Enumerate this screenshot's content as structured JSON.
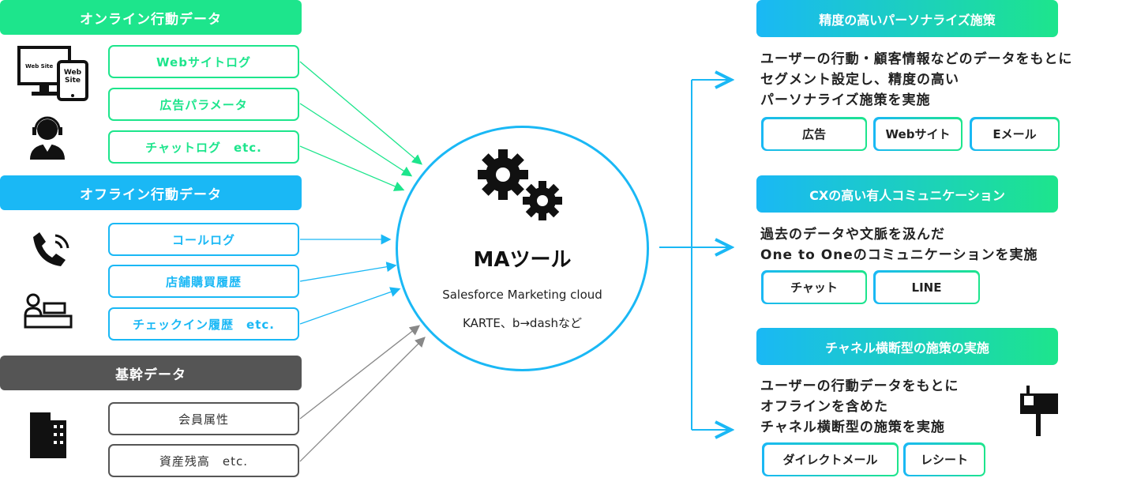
{
  "left": {
    "online": {
      "title": "オンライン行動データ",
      "items": [
        "Webサイトログ",
        "広告パラメータ",
        "チャットログ　etc."
      ],
      "icon_text": [
        "Web Site",
        "Web Site"
      ]
    },
    "offline": {
      "title": "オフライン行動データ",
      "items": [
        "コールログ",
        "店舗購買履歴",
        "チェックイン履歴　etc."
      ]
    },
    "core": {
      "title": "基幹データ",
      "items": [
        "会員属性",
        "資産残高　etc."
      ]
    }
  },
  "center": {
    "title": "MAツール",
    "line1": "Salesforce Marketing cloud",
    "line2": "KARTE、b→dashなど"
  },
  "right": [
    {
      "title": "精度の高いパーソナライズ施策",
      "lines": [
        "ユーザーの行動・顧客情報などのデータをもとに",
        "セグメント設定し、精度の高い",
        "パーソナライズ施策を実施"
      ],
      "buttons": [
        "広告",
        "Webサイト",
        "Eメール"
      ]
    },
    {
      "title": "CXの高い有人コミュニケーション",
      "lines": [
        "過去のデータや文脈を汲んだ",
        "One to Oneのコミュニケーションを実施"
      ],
      "buttons": [
        "チャット",
        "LINE"
      ]
    },
    {
      "title": "チャネル横断型の施策の実施",
      "lines": [
        "ユーザーの行動データをもとに",
        "オフラインを含めた",
        "チャネル横断型の施策を実施"
      ],
      "buttons": [
        "ダイレクトメール",
        "レシート"
      ]
    }
  ],
  "colors": {
    "green": "#1de58c",
    "blue": "#1ab8f5",
    "gray": "#555555"
  }
}
